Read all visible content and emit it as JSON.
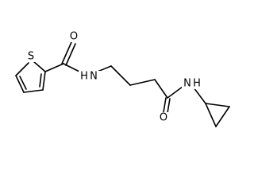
{
  "molecule": {
    "atoms": {
      "S1": "S",
      "O1": "O",
      "N1": "H",
      "N1b": "N",
      "O2": "O",
      "N2": "N",
      "N2b": "H"
    }
  }
}
